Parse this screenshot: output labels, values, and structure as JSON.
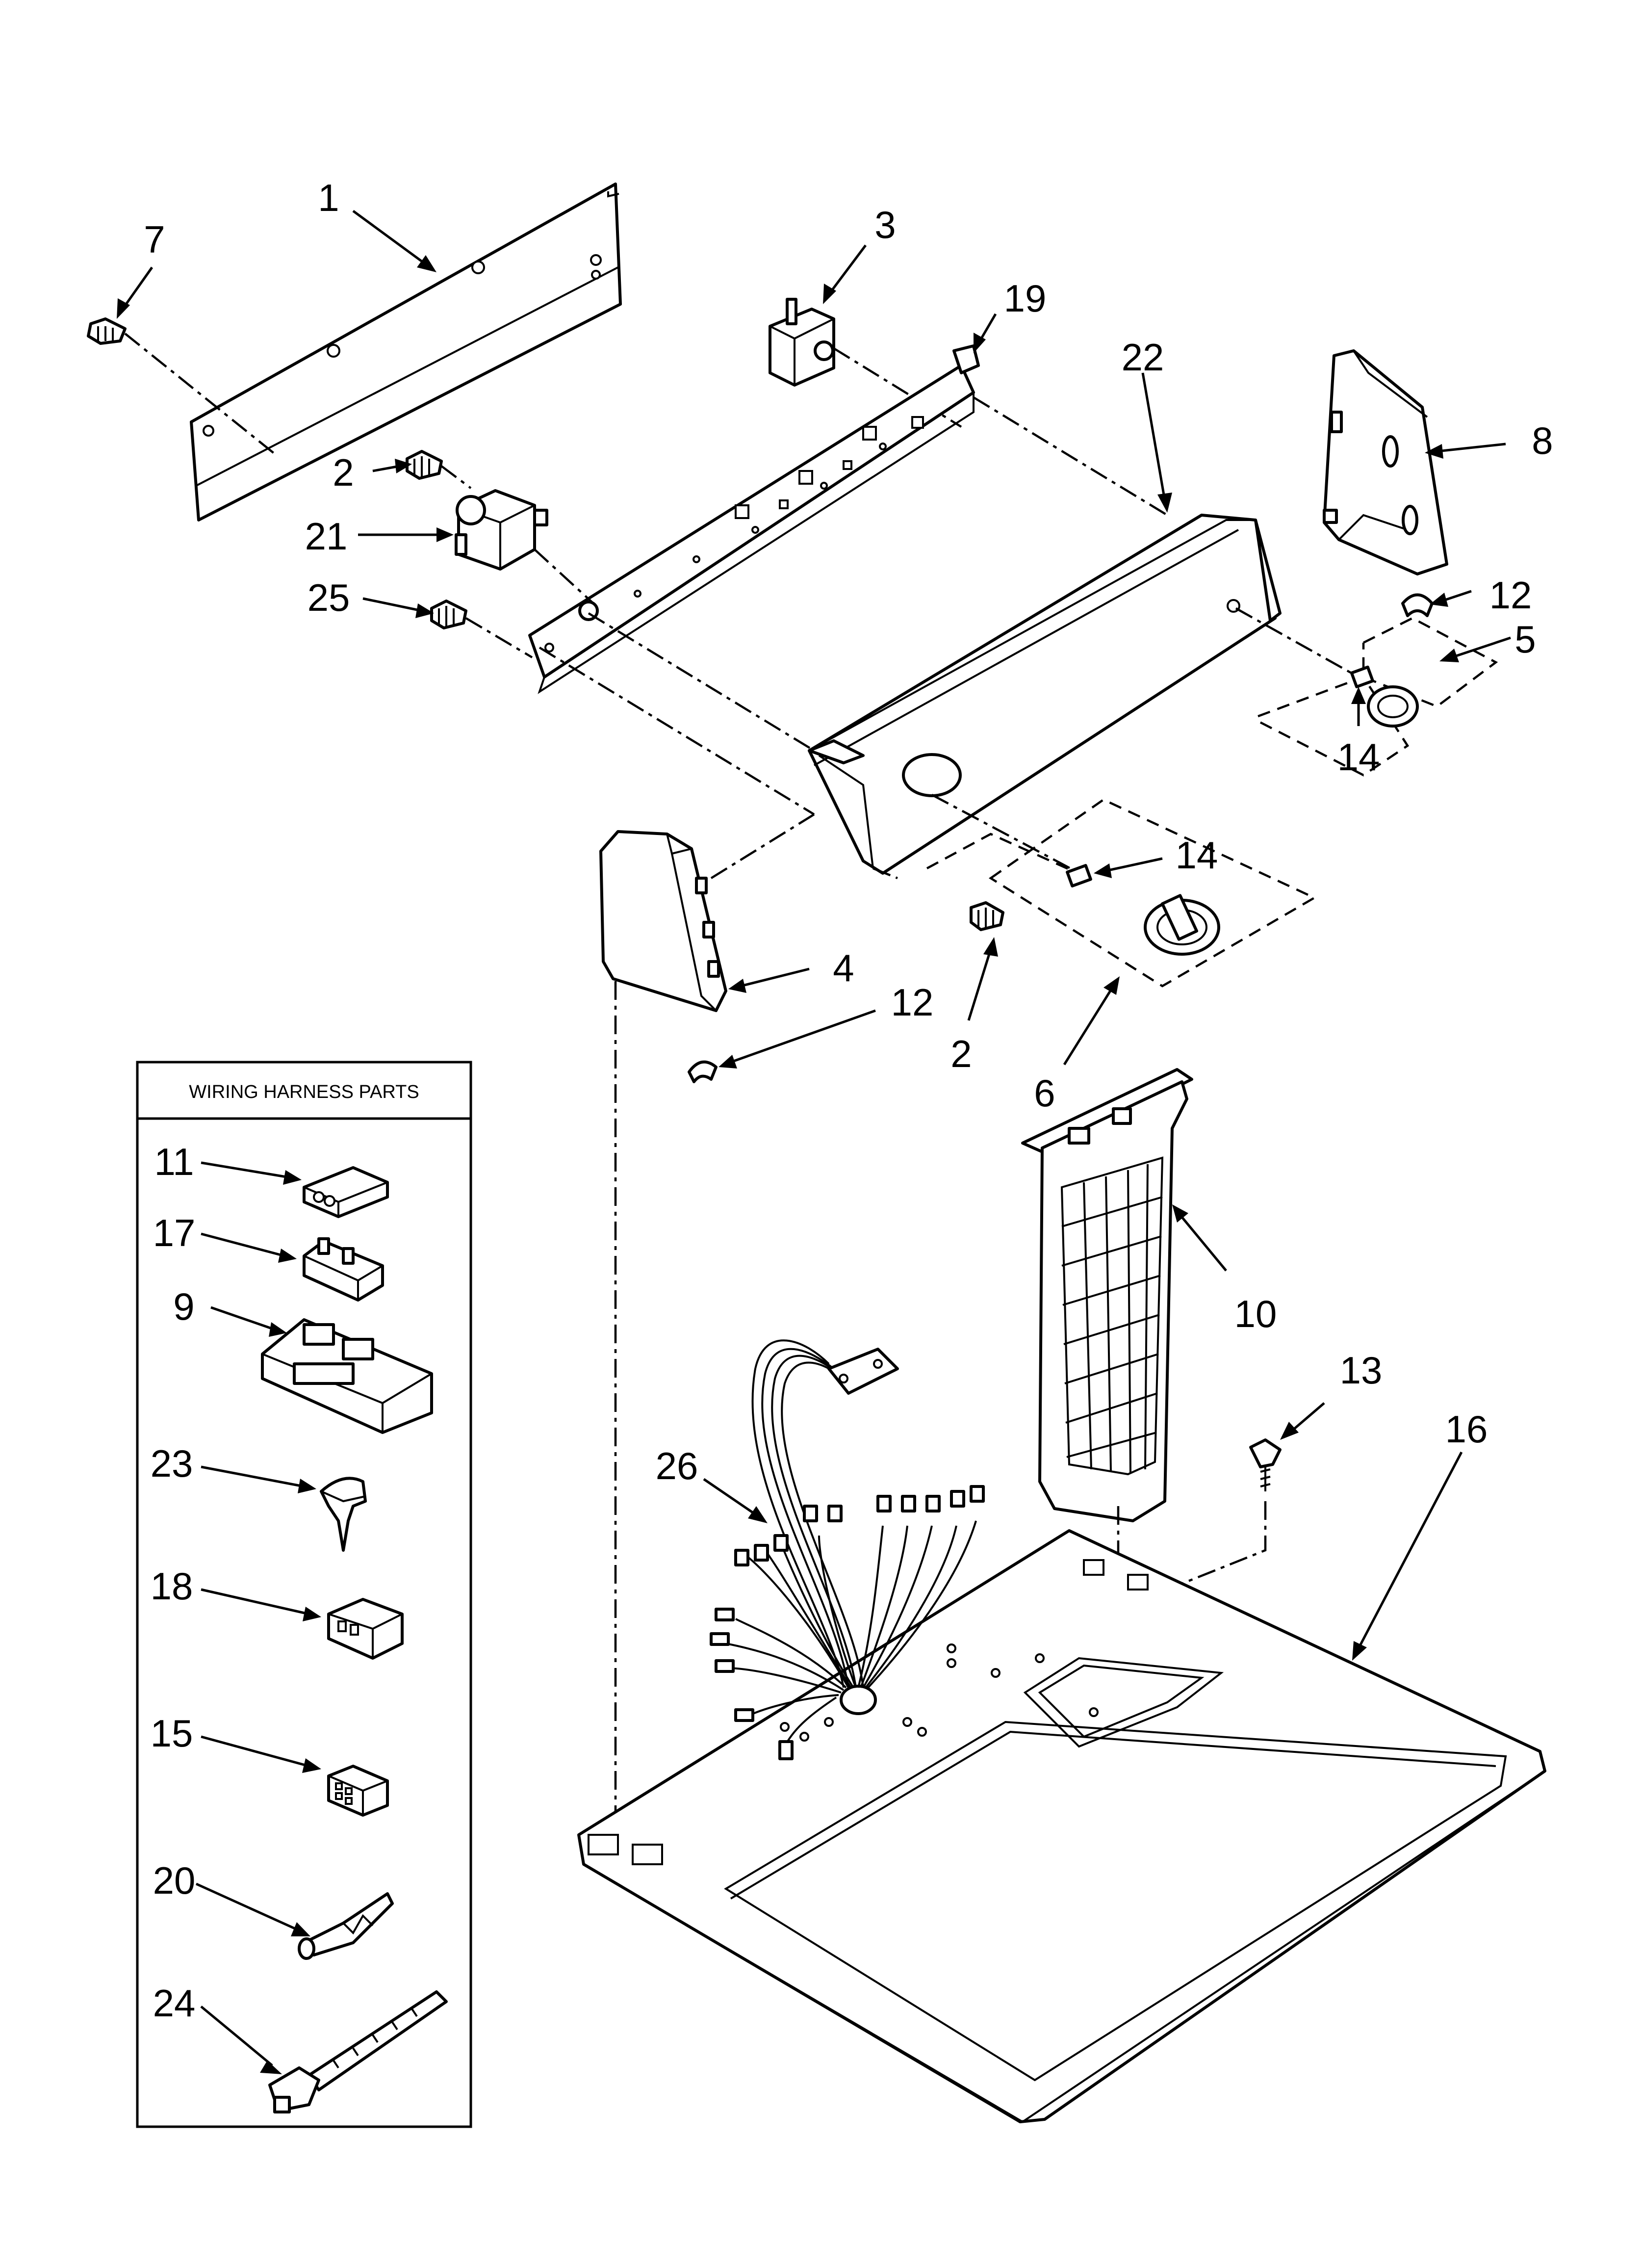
{
  "diagram": {
    "callouts": {
      "c1": "1",
      "c2a": "2",
      "c2b": "2",
      "c3": "3",
      "c4": "4",
      "c5": "5",
      "c6": "6",
      "c7": "7",
      "c8": "8",
      "c9": "9",
      "c10": "10",
      "c11": "11",
      "c12a": "12",
      "c12b": "12",
      "c13": "13",
      "c14a": "14",
      "c14b": "14",
      "c15": "15",
      "c16": "16",
      "c17": "17",
      "c18": "18",
      "c19": "19",
      "c20": "20",
      "c21": "21",
      "c22": "22",
      "c23": "23",
      "c24": "24",
      "c25": "25",
      "c26": "26"
    },
    "wiring_box": {
      "title": "WIRING HARNESS PARTS"
    }
  }
}
